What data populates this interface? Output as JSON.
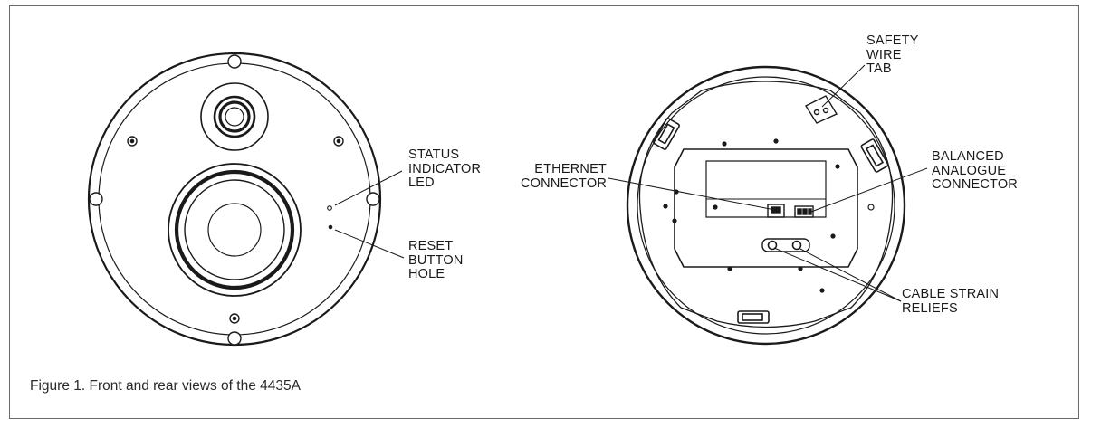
{
  "figure": {
    "caption": "Figure 1. Front and rear views of  the 4435A"
  },
  "labels": {
    "status_led": [
      "STATUS",
      "INDICATOR",
      "LED"
    ],
    "reset_hole": [
      "RESET",
      "BUTTON",
      "HOLE"
    ],
    "ethernet": [
      "ETHERNET",
      "CONNECTOR"
    ],
    "safety_wire": [
      "SAFETY",
      "WIRE",
      "TAB"
    ],
    "balanced": [
      "BALANCED",
      "ANALOGUE",
      "CONNECTOR"
    ],
    "cable_strain": [
      "CABLE STRAIN",
      "RELIEFS"
    ]
  }
}
